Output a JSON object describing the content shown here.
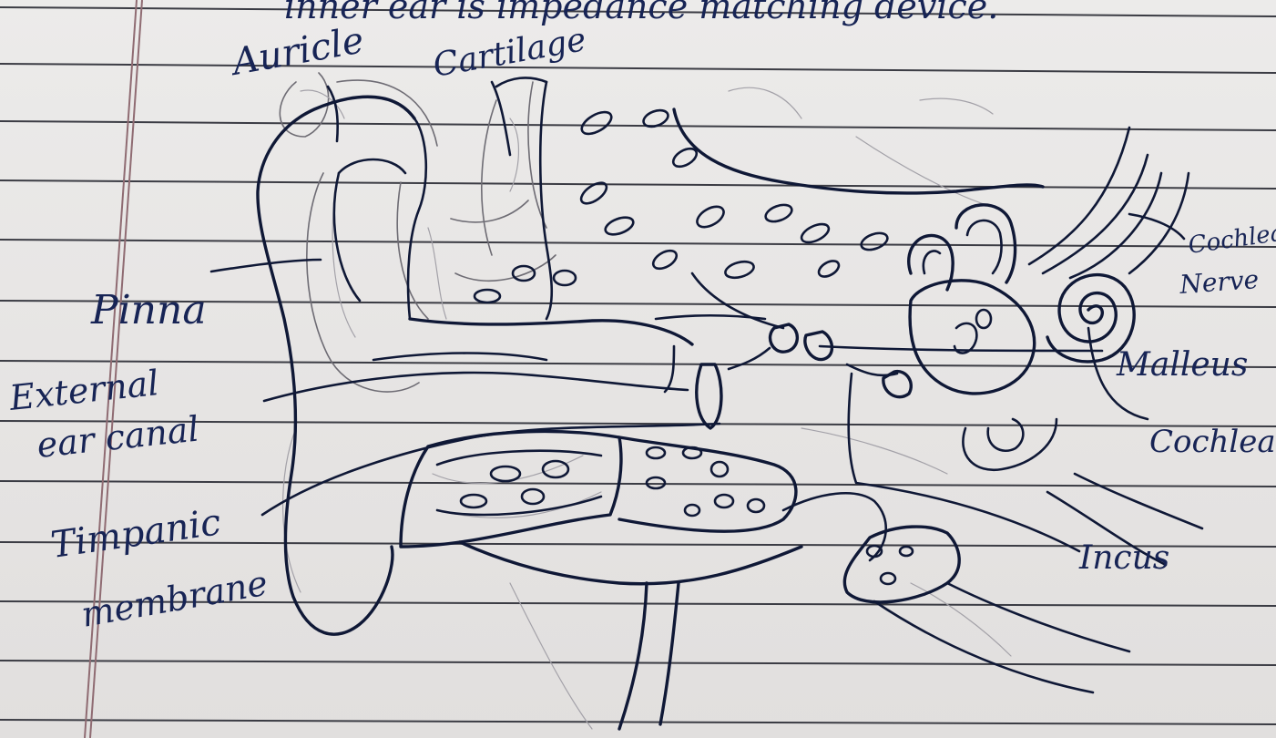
{
  "page": {
    "heading_fragment": "inner ear is impedance matching device."
  },
  "diagram": {
    "labels": {
      "auricle": "Auricle",
      "cartilage": "Cartilage",
      "pinna": "Pinna",
      "external_ear_canal_line1": "External",
      "external_ear_canal_line2": "ear canal",
      "tympanic_membrane_line1": "Timpanic",
      "tympanic_membrane_line2": "membrane",
      "cochlear_nerve_line1": "Cochlear",
      "cochlear_nerve_line2": "Nerve",
      "malleus": "Malleus",
      "cochlea": "Cochlea",
      "incus": "Incus"
    }
  },
  "style": {
    "ink_color": "#0f1836",
    "pencil_color": "#6e6c74",
    "paper_color": "#e9e7e6",
    "rule_color": "#3b3c44",
    "margin_color": "#8f6b72"
  }
}
